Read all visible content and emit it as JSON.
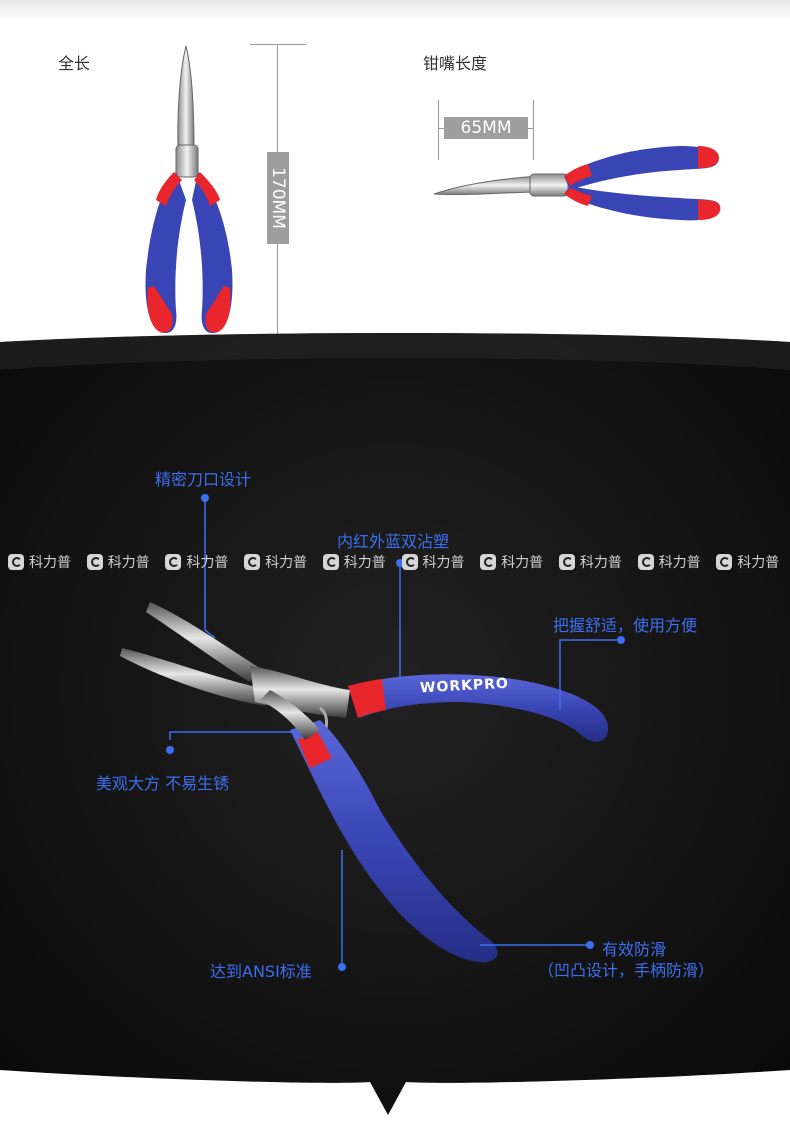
{
  "top": {
    "total_length_label": "全长",
    "jaw_length_label": "钳嘴长度",
    "total_length_value": "170MM",
    "jaw_length_value": "65MM",
    "brand": "WORKPRO"
  },
  "watermark": {
    "text": "科力普",
    "count": 10
  },
  "callouts": {
    "precision_edge": "精密刀口设计",
    "dual_dip": "内红外蓝双沾塑",
    "comfortable_grip": "把握舒适，使用方便",
    "rust_proof": "美观大方 不易生锈",
    "ansi_standard": "达到ANSI标准",
    "anti_slip": "有效防滑",
    "anti_slip_detail": "（凹凸设计，手柄防滑）"
  },
  "colors": {
    "callout_blue": "#3c6ff0",
    "handle_blue": "#3a45b5",
    "handle_red": "#e8262c",
    "dark_bg": "#111111"
  }
}
